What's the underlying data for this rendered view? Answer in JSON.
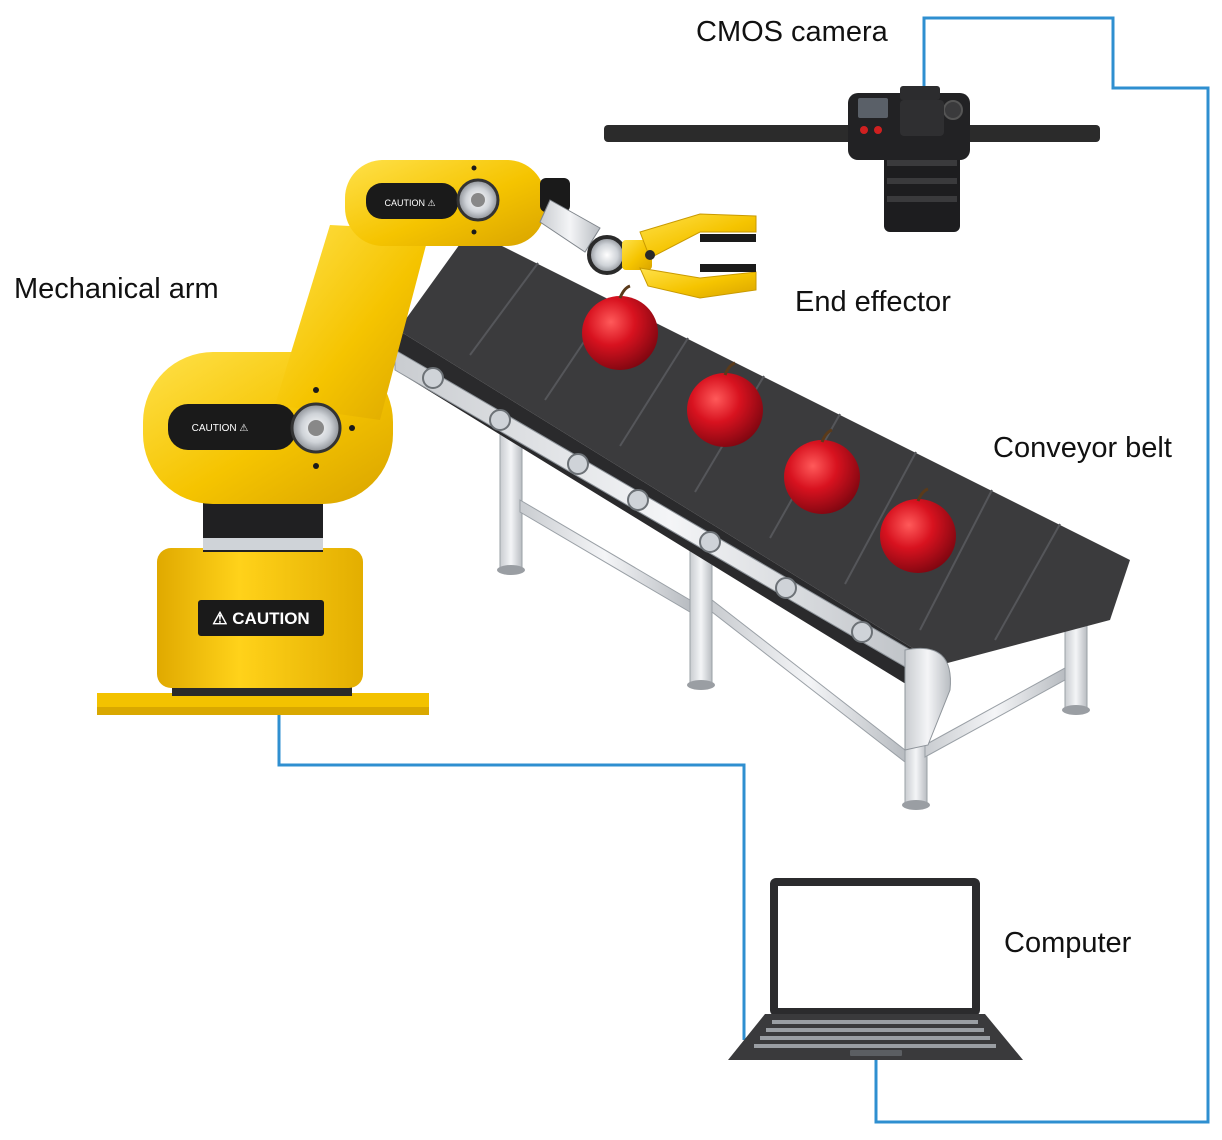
{
  "labels": {
    "camera": "CMOS camera",
    "arm": "Mechanical arm",
    "effector": "End effector",
    "conveyor": "Conveyor belt",
    "computer": "Computer"
  },
  "caution": {
    "small": "CAUTION ⚠",
    "large": "⚠ CAUTION"
  },
  "colors": {
    "wire": "#2f8fd0",
    "arm_yellow": "#f5c400",
    "arm_dark": "#1c1c1c",
    "belt": "#3b3b3d",
    "apple": "#c8101c"
  },
  "apple_count": 4
}
